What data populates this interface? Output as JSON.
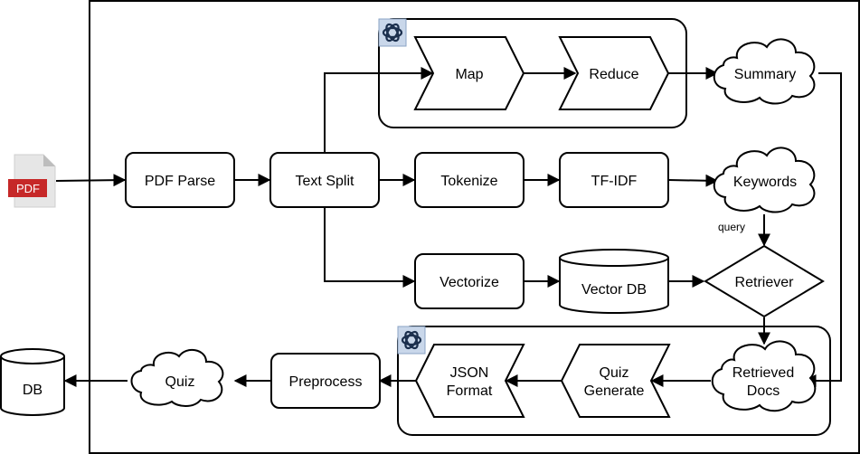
{
  "pdf_icon": {
    "label": "PDF",
    "icon": "pdf-file-icon",
    "badge_color": "#c62828",
    "paper_color": "#e6e6e6"
  },
  "nodes": {
    "pdf_parse": "PDF Parse",
    "text_split": "Text Split",
    "map": "Map",
    "reduce": "Reduce",
    "summary": "Summary",
    "tokenize": "Tokenize",
    "tfidf": "TF-IDF",
    "keywords": "Keywords",
    "vectorize": "Vectorize",
    "vector_db": "Vector DB",
    "retriever": "Retriever",
    "retrieved_docs_line1": "Retrieved",
    "retrieved_docs_line2": "Docs",
    "quiz_generate_line1": "Quiz",
    "quiz_generate_line2": "Generate",
    "json_format_line1": "JSON",
    "json_format_line2": "Format",
    "preprocess": "Preprocess",
    "quiz": "Quiz",
    "db": "DB"
  },
  "edge_labels": {
    "query": "query"
  },
  "group_icons": [
    "openai-logo-icon",
    "openai-logo-icon"
  ]
}
